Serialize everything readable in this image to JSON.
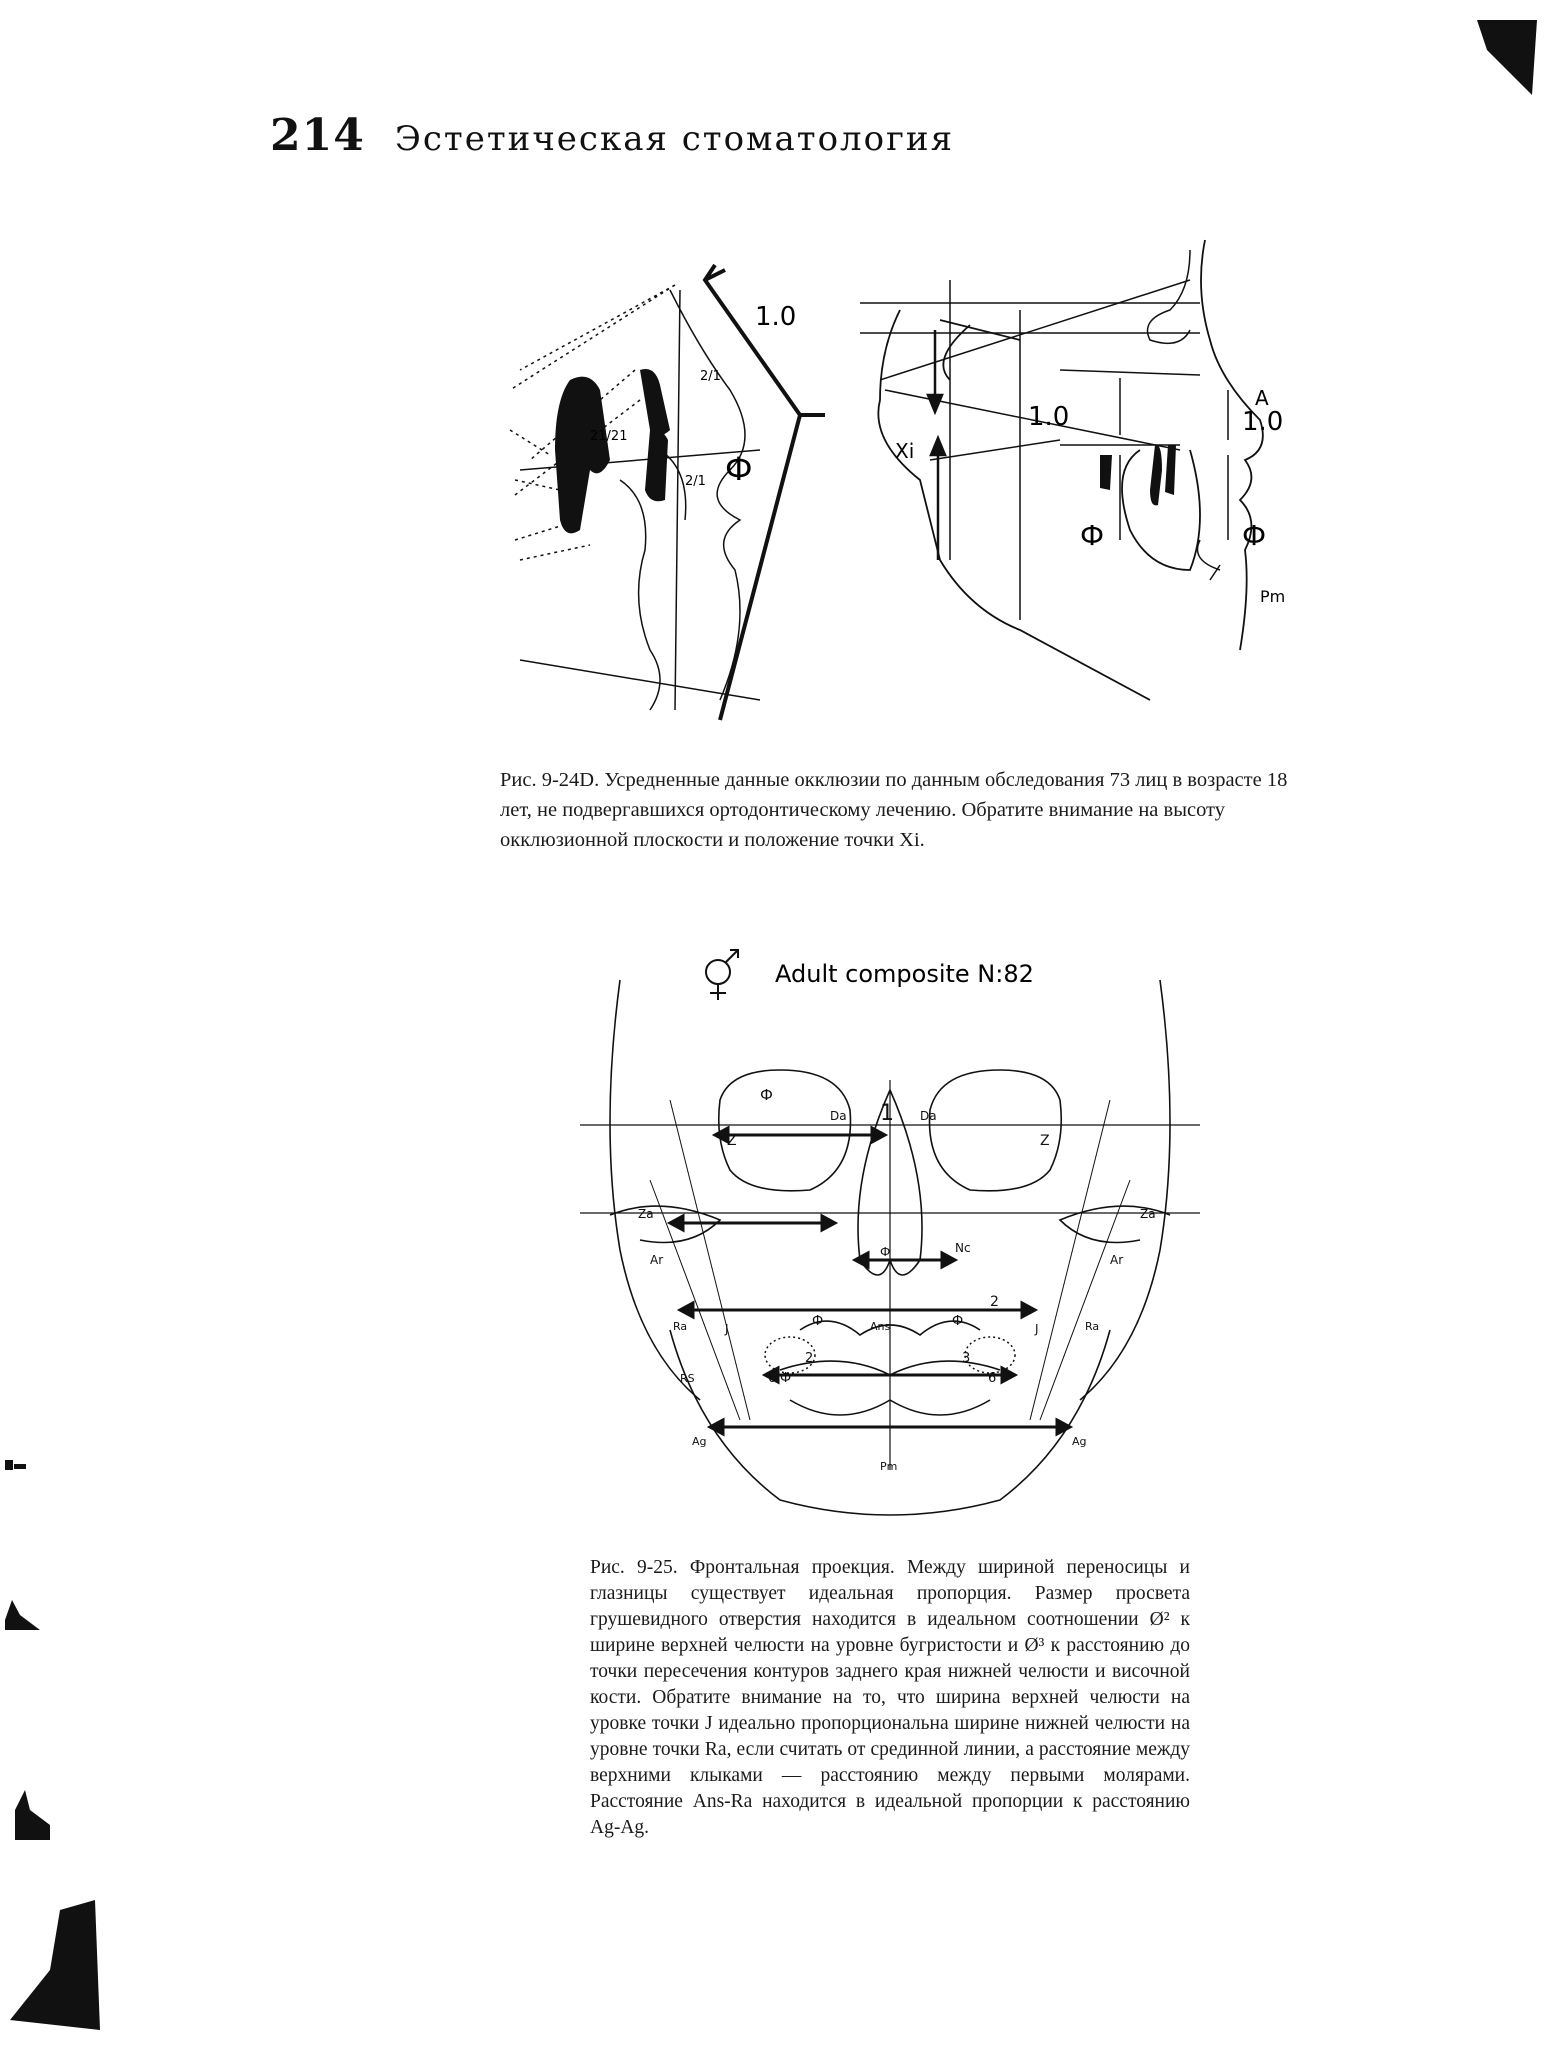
{
  "header": {
    "page_number": "214",
    "running_title": "Эстетическая стоматология"
  },
  "figure_1": {
    "labels": {
      "ratio_top": "1.0",
      "ratio_upper": "2/1",
      "ratio_mid": "21/21",
      "ratio_lower": "2/1",
      "phi_left": "Ф",
      "ratio_right_a": "1.0",
      "ratio_right_b": "1.0",
      "point_a": "A",
      "point_xi": "Xi",
      "phi_right_a": "Ф",
      "phi_right_b": "Ф",
      "point_pm": "Pm"
    },
    "caption": "Рис. 9-24D. Усредненные данные окклюзии по данным обследования 73 лиц в возрасте 18 лет, не подвергавшихся ортодонтическому лечению. Обратите внимание на высоту окклюзионной плоскости и положение точки Xi."
  },
  "figure_2": {
    "title": "Adult composite N:82",
    "labels": {
      "phi_orbit": "Ф",
      "da_left": "Da",
      "one": "1",
      "da_right": "Da",
      "z_left": "Z",
      "z_right": "Z",
      "za_left": "Za",
      "za_right": "Za",
      "ar_left": "Ar",
      "ar_right": "Ar",
      "phi_nasal": "Ф",
      "nc": "Nc",
      "two": "2",
      "ra_left": "Ra",
      "j_left": "J",
      "phi_j_left": "Ф",
      "ans": "Ans",
      "phi_j_right": "Ф",
      "j_right": "J",
      "ra_right": "Ra",
      "two_small": "2",
      "three": "3",
      "rs": "RS",
      "six_left": "6",
      "phi_molar": "Ф",
      "six_right": "6",
      "ag_left": "Ag",
      "ag_right": "Ag",
      "pm": "Pm"
    },
    "caption": "Рис. 9-25. Фронтальная проекция. Между шириной переносицы и глазницы существует идеальная пропорция. Размер просвета грушевидного отверстия находится в идеальном соотношении Ø² к ширине верхней челюсти на уровне бугристости и Ø³ к расстоянию до точки пересечения контуров заднего края нижней челюсти и височной кости. Обратите внимание на то, что ширина верхней челюсти на уровке точки J идеально пропорциональна ширине нижней челюсти на уровне точки Ra, если считать от срединной линии, а расстояние между верхними клыками — расстоянию между первыми молярами. Расстояние Ans-Ra находится в идеальной пропорции к расстоянию Ag-Ag."
  }
}
